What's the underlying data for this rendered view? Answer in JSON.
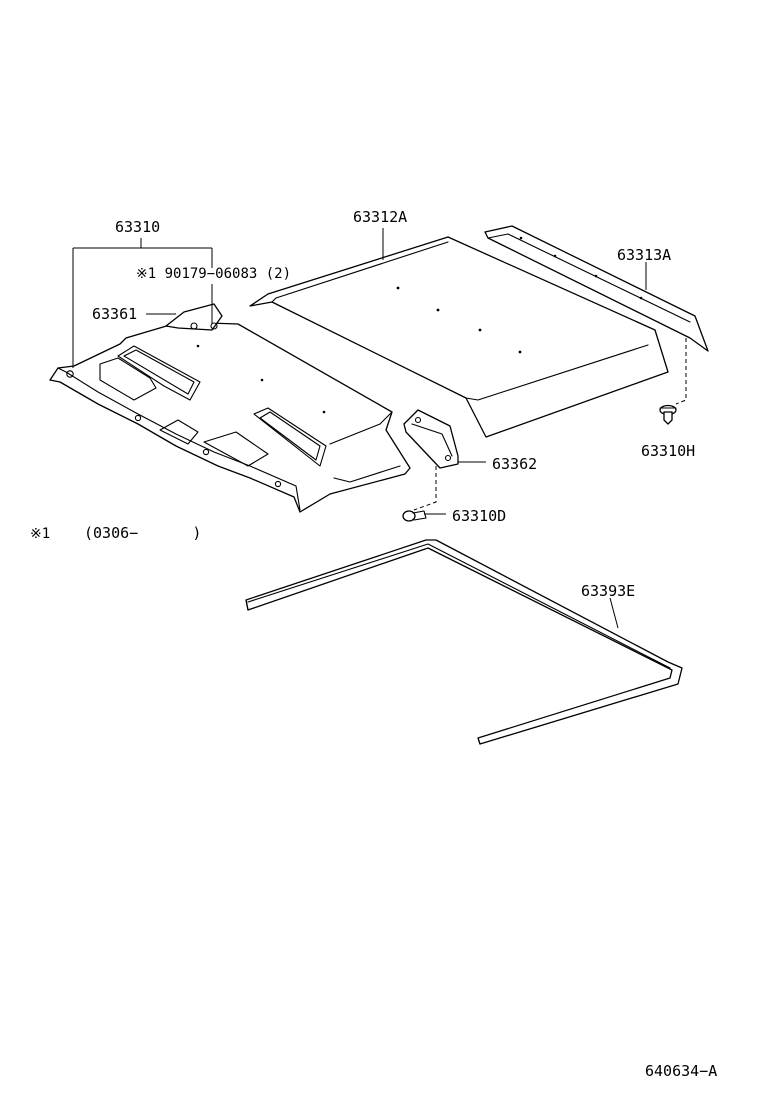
{
  "diagram": {
    "labels": {
      "p63310": "63310",
      "p63312a": "63312A",
      "p63313a": "63313A",
      "bolt_note": "※1 90179−06083 (2)",
      "p63361": "63361",
      "p63310h": "63310H",
      "p63362": "63362",
      "p63310d": "63310D",
      "footnote_mark": "※1",
      "footnote_range": "(0306−      )",
      "p63393e": "63393E",
      "drawing_id": "640634−A"
    }
  }
}
